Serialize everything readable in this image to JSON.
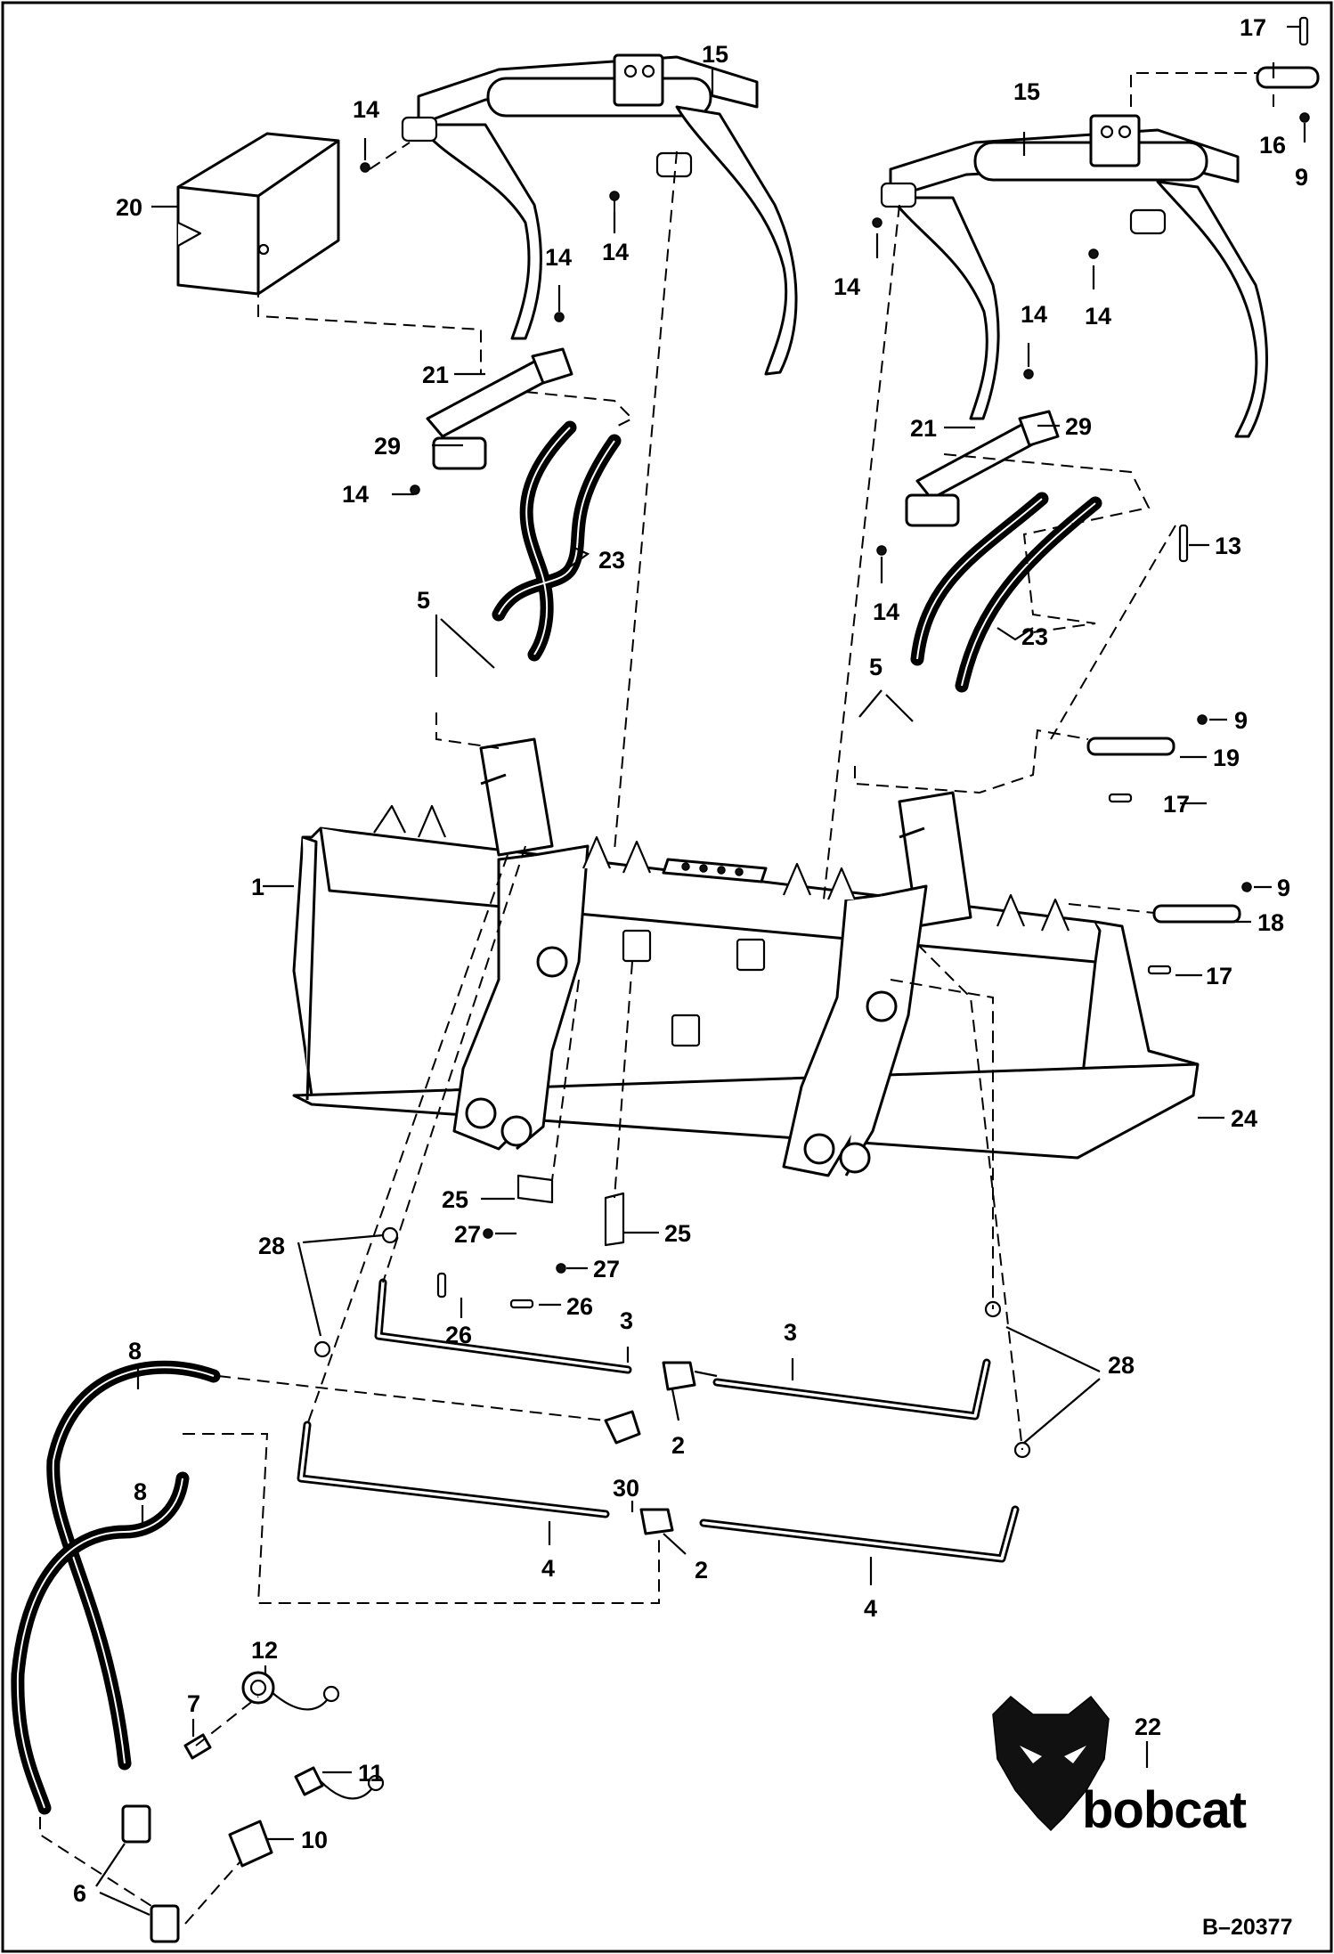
{
  "diagram": {
    "document_number": "B–20377",
    "brand_logo_text": "bobcat",
    "callouts": {
      "c1": "1",
      "c2": "2",
      "c3": "3",
      "c4": "4",
      "c5": "5",
      "c6": "6",
      "c7": "7",
      "c8": "8",
      "c9": "9",
      "c10": "10",
      "c11": "11",
      "c12": "12",
      "c13": "13",
      "c14": "14",
      "c15": "15",
      "c16": "16",
      "c17": "17",
      "c18": "18",
      "c19": "19",
      "c20": "20",
      "c21": "21",
      "c22": "22",
      "c23": "23",
      "c24": "24",
      "c25": "25",
      "c26": "26",
      "c27": "27",
      "c28": "28",
      "c29": "29",
      "c30": "30"
    },
    "colors": {
      "ink": "#000000",
      "paper": "#ffffff"
    }
  }
}
